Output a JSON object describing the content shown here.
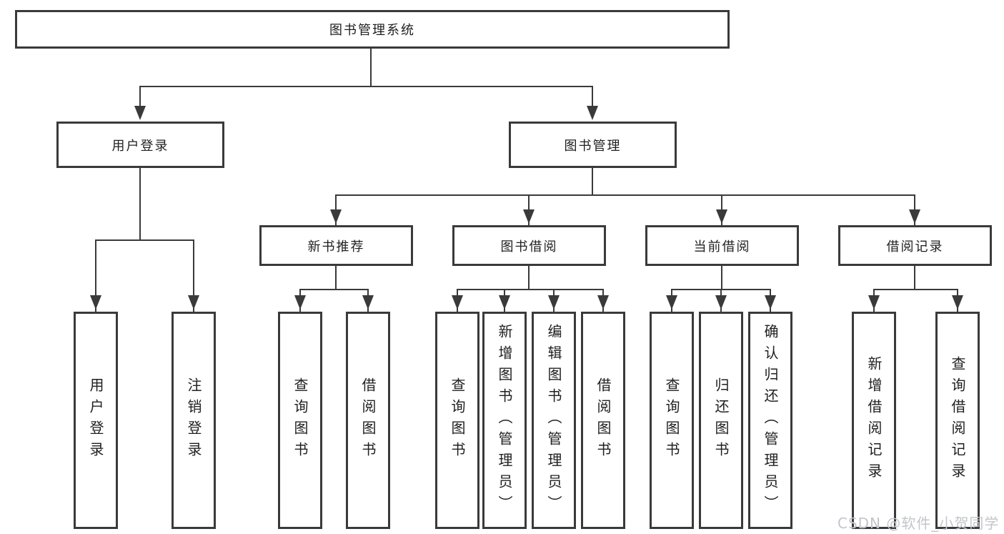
{
  "tree": {
    "label": "图书管理系统",
    "children": [
      {
        "label": "用户登录",
        "children": [
          {
            "label": "用户登录"
          },
          {
            "label": "注销登录"
          }
        ]
      },
      {
        "label": "图书管理",
        "children": [
          {
            "label": "新书推荐",
            "children": [
              {
                "label": "查询图书"
              },
              {
                "label": "借阅图书"
              }
            ]
          },
          {
            "label": "图书借阅",
            "children": [
              {
                "label": "查询图书"
              },
              {
                "label": "新增图书（管理员）"
              },
              {
                "label": "编辑图书（管理员）"
              },
              {
                "label": "借阅图书"
              }
            ]
          },
          {
            "label": "当前借阅",
            "children": [
              {
                "label": "查询图书"
              },
              {
                "label": "归还图书"
              },
              {
                "label": "确认归还（管理员）"
              }
            ]
          },
          {
            "label": "借阅记录",
            "children": [
              {
                "label": "新增借阅记录"
              },
              {
                "label": "查询借阅记录"
              }
            ]
          }
        ]
      }
    ]
  },
  "watermark": {
    "text": "CSDN @软件_小贺同学"
  },
  "colors": {
    "line": "#3a3a3a",
    "text": "#1f1f1f",
    "watermark": "#c3c5ca",
    "background": "#ffffff"
  }
}
